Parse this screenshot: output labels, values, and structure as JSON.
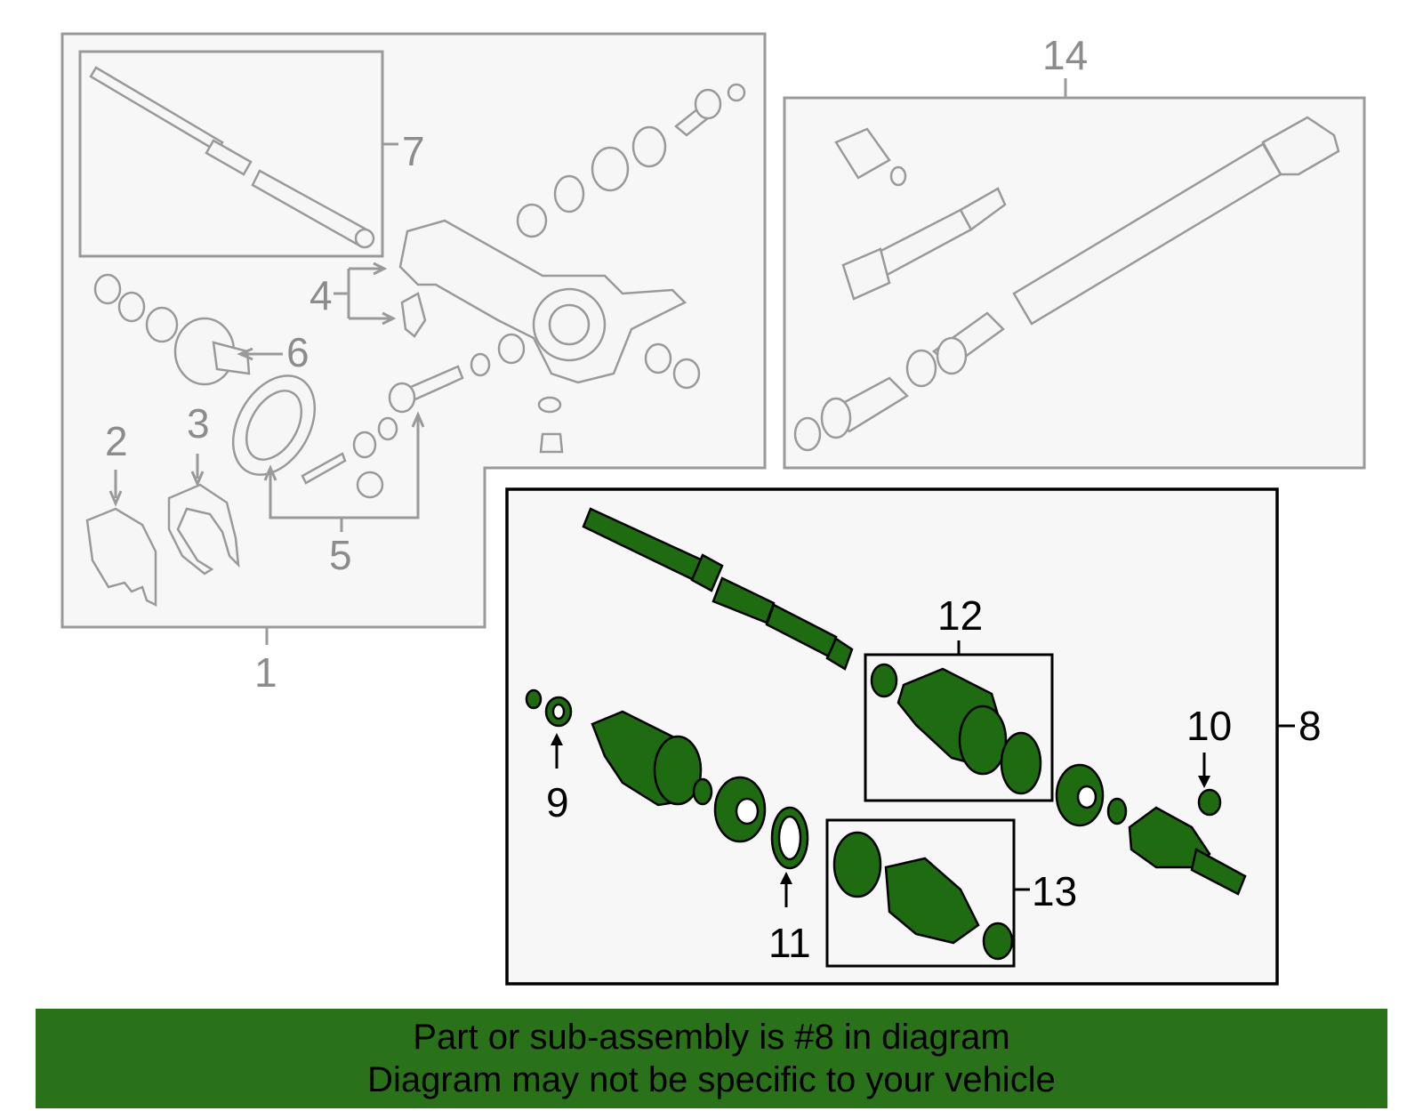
{
  "callouts": {
    "c1": "1",
    "c2": "2",
    "c3": "3",
    "c4": "4",
    "c5": "5",
    "c6": "6",
    "c7": "7",
    "c8": "8",
    "c9": "9",
    "c10": "10",
    "c11": "11",
    "c12": "12",
    "c13": "13",
    "c14": "14"
  },
  "banner": {
    "line1": "Part or sub-assembly is #8 in diagram",
    "line2": "Diagram may not be specific to your vehicle"
  },
  "colors": {
    "highlight_part": "#1f6b12",
    "banner_background": "#2a7219",
    "inactive_line": "#9a9a9a",
    "active_line": "#000000"
  }
}
